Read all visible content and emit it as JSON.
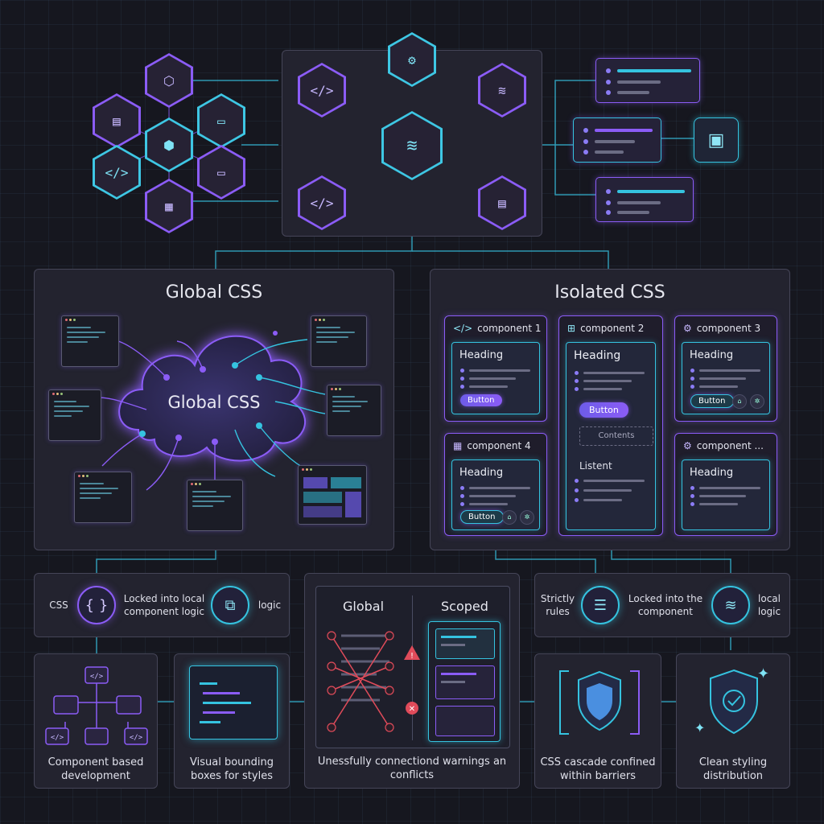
{
  "sections": {
    "global_title": "Global CSS",
    "cloud_label": "Global CSS",
    "isolated_title": "Isolated CSS"
  },
  "components": [
    {
      "label": "component 1",
      "heading": "Heading",
      "button": "Button"
    },
    {
      "label": "component 2",
      "heading": "Heading",
      "button": "Button",
      "contents": "Contents",
      "listent": "Listent"
    },
    {
      "label": "component 3",
      "heading": "Heading",
      "button": "Button"
    },
    {
      "label": "component 4",
      "heading": "Heading",
      "button": "Button"
    },
    {
      "label": "component ...",
      "heading": "Heading"
    }
  ],
  "left_strip": {
    "css": "CSS",
    "locked": "Locked into local component logic",
    "logic": "logic"
  },
  "comparison": {
    "global": "Global",
    "scoped": "Scoped",
    "caption": "Unessfully connectiond warnings an conflicts"
  },
  "right_strip": {
    "strict": "Strictly rules",
    "locked": "Locked into the component",
    "local": "local logic"
  },
  "bottom": {
    "component_dev": "Component based development",
    "visual_boxes": "Visual bounding boxes for styles",
    "cascade": "CSS cascade confined within barriers",
    "clean": "Clean styling distribution"
  },
  "icons": {
    "hex_cluster": [
      "cube-icon",
      "window-icon",
      "folder-icon",
      "code-icon",
      "folder-icon",
      "qr-icon"
    ],
    "hub": [
      "gear-icon",
      "code-icon",
      "layers-icon",
      "code-icon",
      "window-icon"
    ],
    "right": [
      "document-icon"
    ]
  },
  "colors": {
    "accent_purple": "#8b5cf6",
    "accent_cyan": "#35c3e0",
    "warn_red": "#e04b5a",
    "background": "#16171f"
  }
}
